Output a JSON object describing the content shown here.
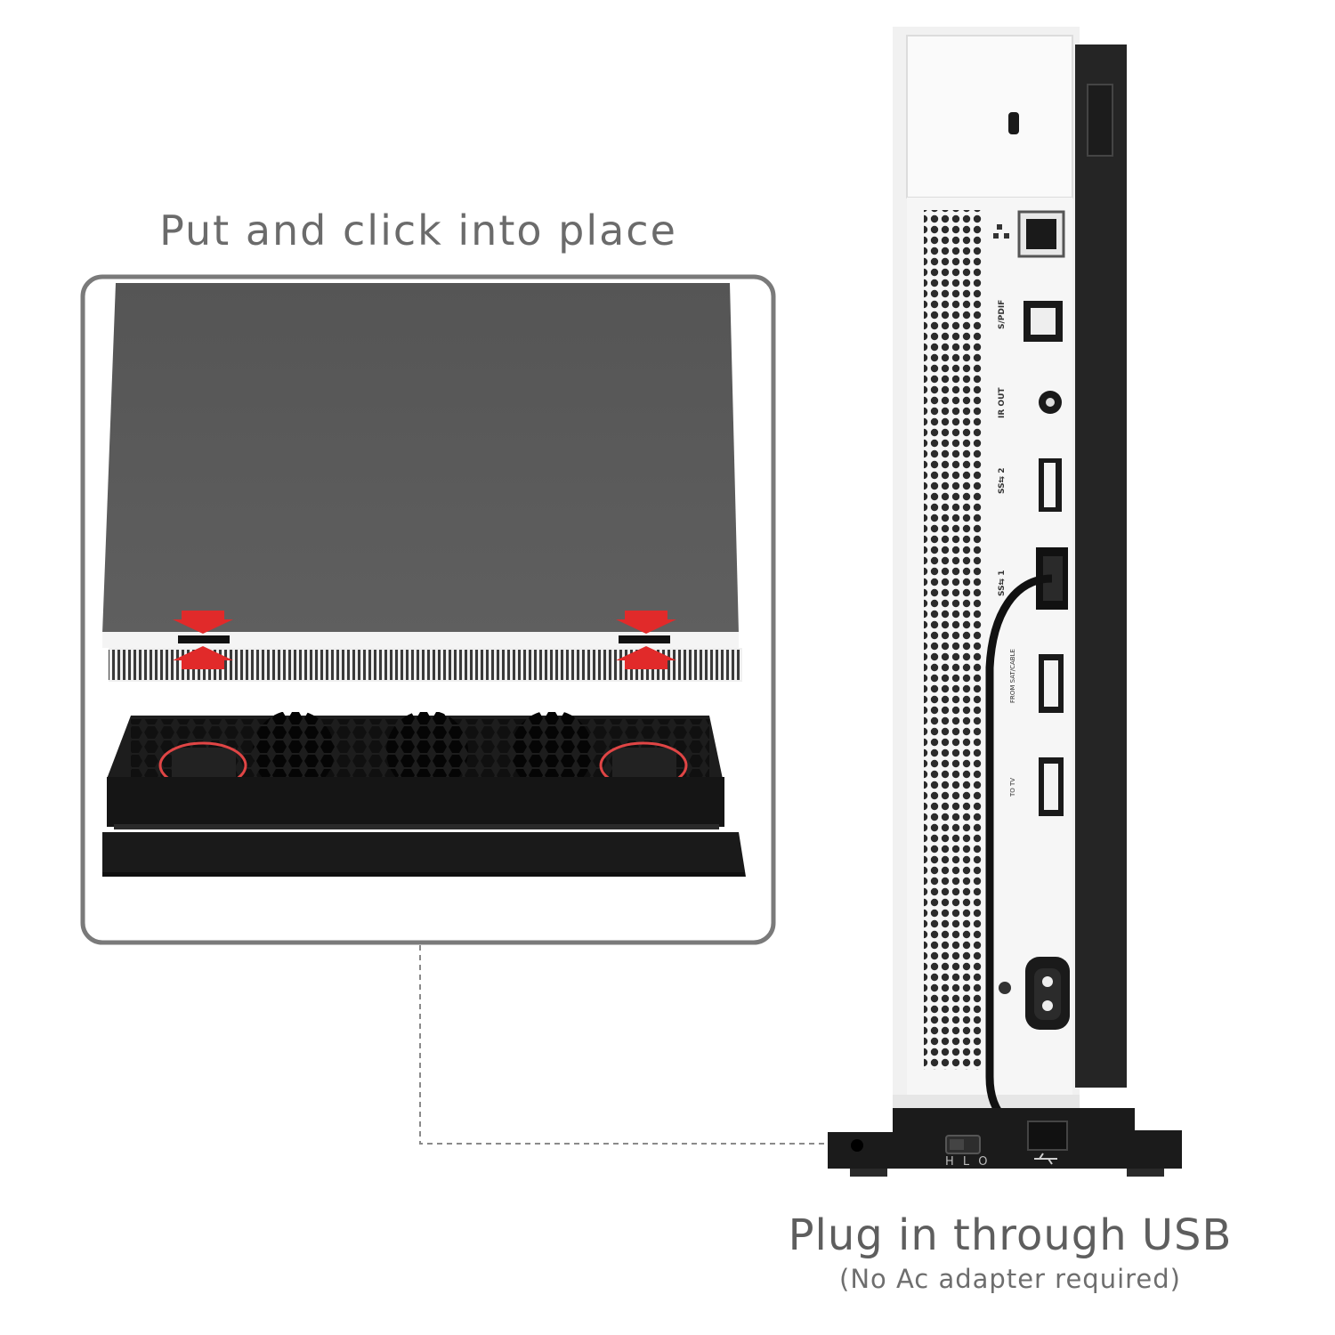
{
  "captions": {
    "left": "Put and click into place",
    "right": "Plug in through USB",
    "right_sub": "(No Ac adapter required)"
  },
  "console_back_labels": {
    "spdif": "S/PDIF",
    "ir_out": "IR OUT",
    "usb2": "SS⇆ 2",
    "usb1": "SS⇆ 1",
    "hdmi_in": "FROM SAT/CABLE",
    "hdmi_out": "TO TV"
  },
  "switch_label": "H L O",
  "colors": {
    "console_white": "#f1f1f1",
    "console_black": "#2a2a2a",
    "stand_black": "#1b1b1b",
    "lid_grey": "#5a5a5a",
    "arrow_red": "#e32b2b",
    "frame_grey": "#777777",
    "highlight_circle": "#e04545"
  },
  "icons": [
    "lock-slot-icon",
    "ethernet-icon",
    "usb-symbol-icon",
    "xbox-logo-icon"
  ]
}
